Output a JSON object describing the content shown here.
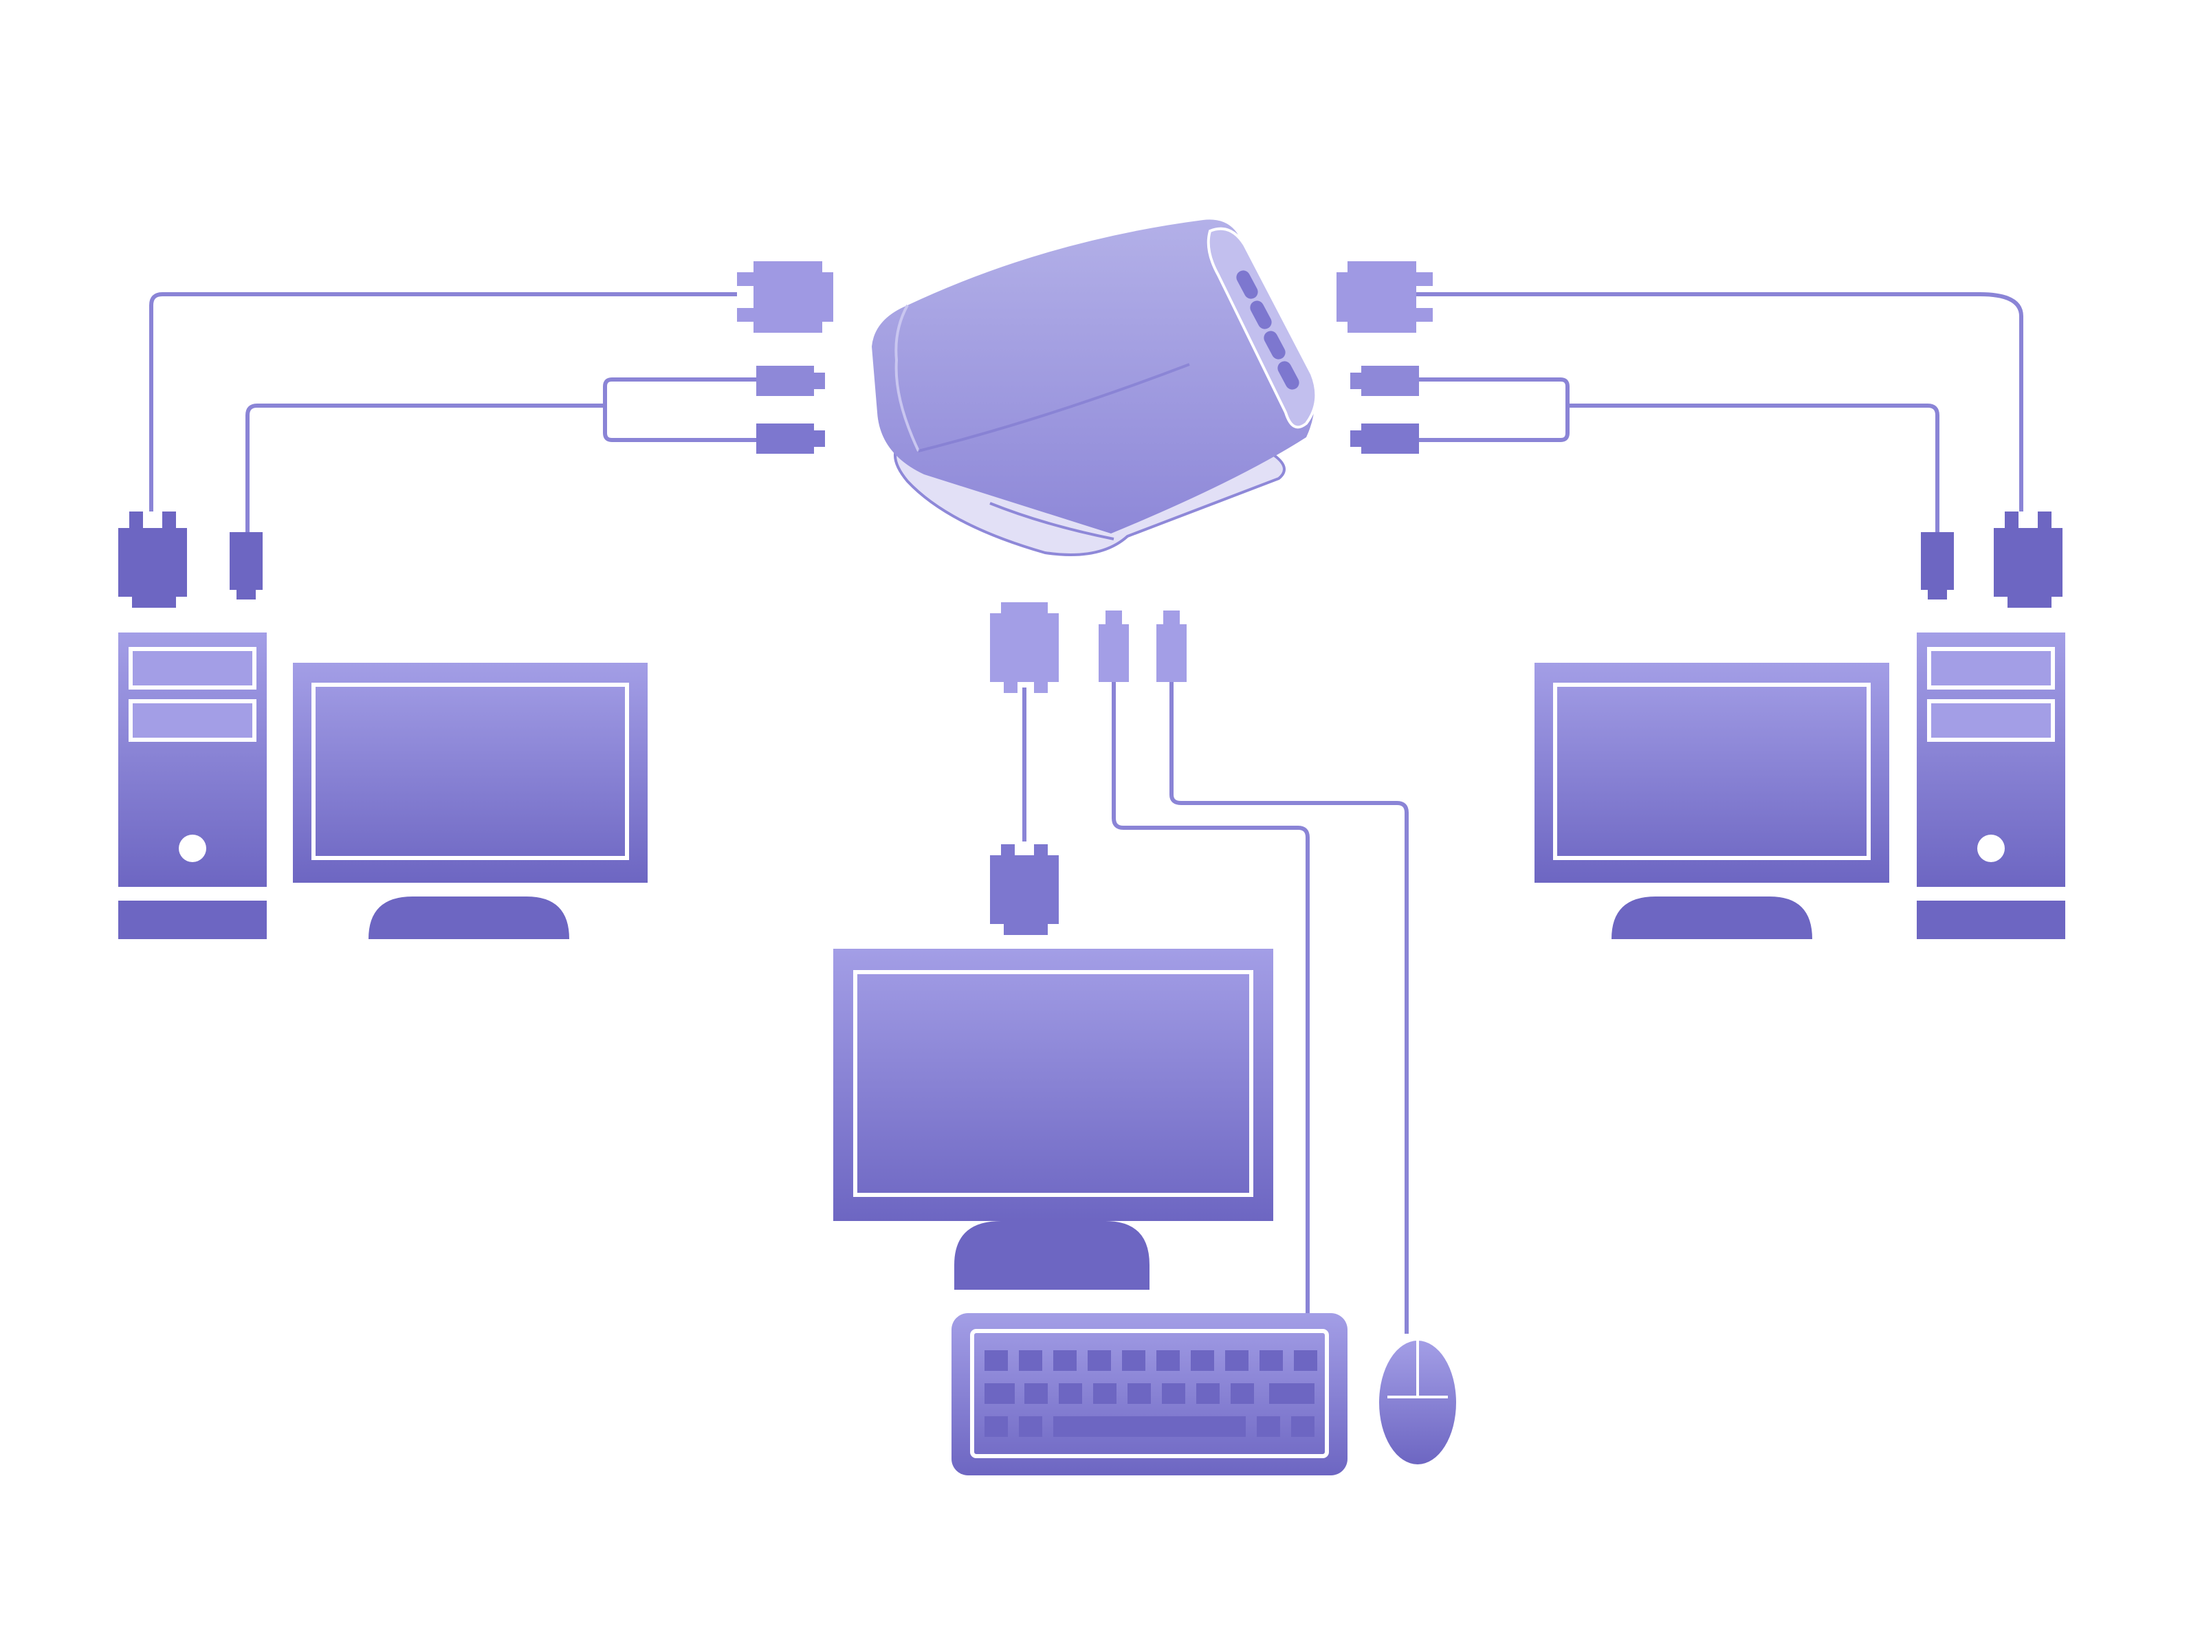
{
  "colors": {
    "background": "#ffffff",
    "light": "#a39ee6",
    "dark": "#6d66c2",
    "cable": "#8a84d6",
    "device_top": "#b3b0e8",
    "device_bottom": "#8e88d8",
    "inner_line": "#ffffff"
  },
  "components": [
    {
      "name": "kvm-switch",
      "icon": "kvm-switch-icon"
    },
    {
      "name": "left-computer-tower",
      "icon": "tower-pc-icon"
    },
    {
      "name": "left-monitor",
      "icon": "monitor-icon"
    },
    {
      "name": "right-computer-tower",
      "icon": "tower-pc-icon"
    },
    {
      "name": "right-monitor",
      "icon": "monitor-icon"
    },
    {
      "name": "console-monitor",
      "icon": "monitor-icon"
    },
    {
      "name": "console-keyboard",
      "icon": "keyboard-icon"
    },
    {
      "name": "console-mouse",
      "icon": "mouse-icon"
    }
  ],
  "connectors": [
    {
      "name": "vga-connector",
      "icon": "vga-connector-icon"
    },
    {
      "name": "ps2-connector",
      "icon": "ps2-connector-icon"
    }
  ]
}
